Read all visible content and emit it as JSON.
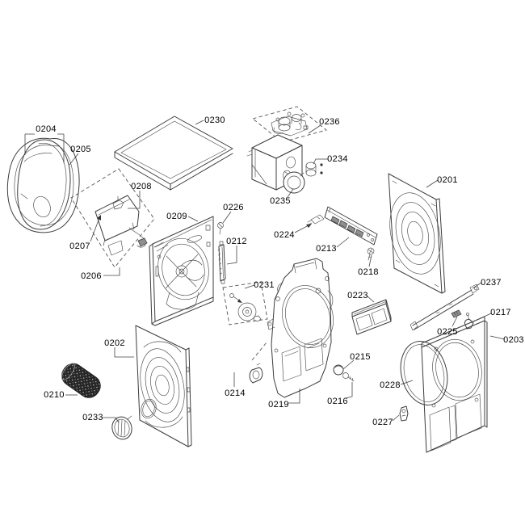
{
  "page": {
    "background_color": "#ffffff"
  },
  "diagram": {
    "type": "exploded-parts-diagram",
    "stroke_color": "#3c3c3c",
    "label_color": "#000000",
    "parts": [
      {
        "number": "0201"
      },
      {
        "number": "0202"
      },
      {
        "number": "0203"
      },
      {
        "number": "0204"
      },
      {
        "number": "0205"
      },
      {
        "number": "0206"
      },
      {
        "number": "0207"
      },
      {
        "number": "0208"
      },
      {
        "number": "0209"
      },
      {
        "number": "0210"
      },
      {
        "number": "0212"
      },
      {
        "number": "0213"
      },
      {
        "number": "0214"
      },
      {
        "number": "0215"
      },
      {
        "number": "0216"
      },
      {
        "number": "0217"
      },
      {
        "number": "0218"
      },
      {
        "number": "0219"
      },
      {
        "number": "0223"
      },
      {
        "number": "0224"
      },
      {
        "number": "0225"
      },
      {
        "number": "0226"
      },
      {
        "number": "0227"
      },
      {
        "number": "0228"
      },
      {
        "number": "0230"
      },
      {
        "number": "0231"
      },
      {
        "number": "0233"
      },
      {
        "number": "0234"
      },
      {
        "number": "0235"
      },
      {
        "number": "0236"
      },
      {
        "number": "0237"
      }
    ]
  }
}
